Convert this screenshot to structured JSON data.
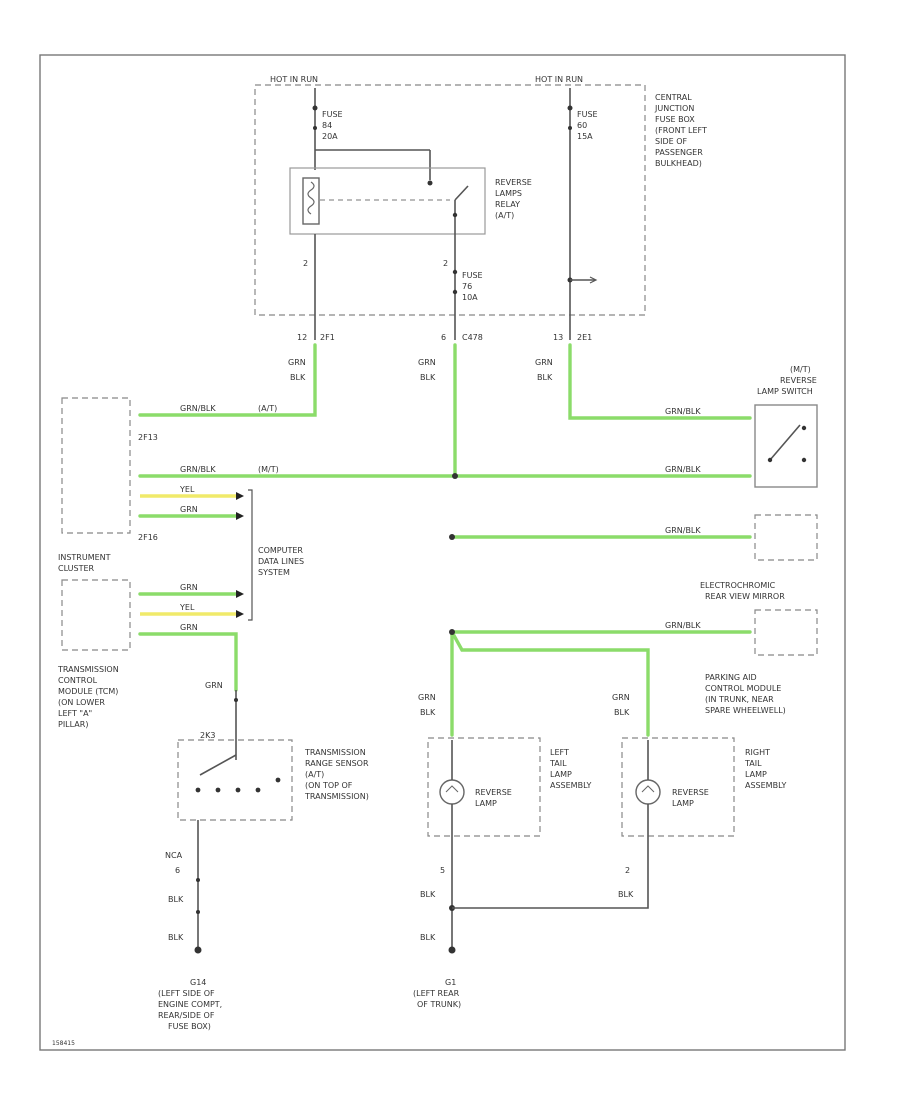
{
  "labels": {
    "hot_run_1": "HOT IN RUN",
    "hot_run_2": "HOT IN RUN",
    "fuse_a1": "FUSE",
    "fuse_a2": "84",
    "fuse_a3": "20A",
    "fuse_b1": "FUSE",
    "fuse_b2": "60",
    "fuse_b3": "15A",
    "fuse_c1": "FUSE",
    "fuse_c2": "76",
    "fuse_c3": "10A",
    "relay1": "REVERSE",
    "relay2": "LAMPS",
    "relay3": "RELAY",
    "relay4": "(A/T)",
    "cjb1": "CENTRAL",
    "cjb2": "JUNCTION",
    "cjb3": "FUSE BOX",
    "cjb4": "(FRONT LEFT",
    "cjb5": "SIDE OF",
    "cjb6": "PASSENGER",
    "cjb7": "BULKHEAD)",
    "pin_2a": "2",
    "pin_2b": "2",
    "conn1_pin": "12",
    "conn1": "2F1",
    "conn2_pin": "6",
    "conn2": "C478",
    "conn3_pin": "13",
    "conn3": "2E1",
    "wire_grn": "GRN",
    "wire_blk": "BLK",
    "mt1": "(M/T)",
    "mt2": "REVERSE",
    "mt3": "LAMP SWITCH",
    "ic_conn1": "2F13",
    "ic_conn2": "2F16",
    "w_grnblk_at": "GRN/BLK",
    "w_at": "(A/T)",
    "w_grnblk_mt": "GRN/BLK",
    "w_mt": "(M/T)",
    "w_yel": "YEL",
    "w_grn": "GRN",
    "ic1": "INSTRUMENT",
    "ic2": "CLUSTER",
    "cdl1": "COMPUTER",
    "cdl2": "DATA LINES",
    "cdl3": "SYSTEM",
    "ecm1": "ELECTROCHROMIC",
    "ecm2": "REAR VIEW MIRROR",
    "tcm1": "TRANSMISSION",
    "tcm2": "CONTROL",
    "tcm3": "MODULE (TCM)",
    "tcm4": "(ON LOWER",
    "tcm5": "LEFT \"A\"",
    "tcm6": "PILLAR)",
    "pa1": "PARKING AID",
    "pa2": "CONTROL MODULE",
    "pa3": "(IN TRUNK, NEAR",
    "pa4": "SPARE WHEELWELL)",
    "trs1": "TRANSMISSION",
    "trs2": "RANGE SENSOR",
    "trs3": "(A/T)",
    "trs4": "(ON TOP OF",
    "trs5": "TRANSMISSION)",
    "trs_conn": "2K3",
    "rev_lamp": "REVERSE",
    "lamp": "LAMP",
    "ltl1": "LEFT",
    "ltl2": "TAIL",
    "ltl3": "LAMP",
    "ltl4": "ASSEMBLY",
    "rtl1": "RIGHT",
    "rtl2": "TAIL",
    "rtl3": "LAMP",
    "rtl4": "ASSEMBLY",
    "wire_blk2": "BLK",
    "wire_blk3": "BLK",
    "wire_blk4": "BLK",
    "wire_blk5": "BLK",
    "wire_blk6": "BLK",
    "wire_nca": "NCA",
    "pin_6": "6",
    "pin_5": "5",
    "pin_2c": "2",
    "g1": "G14",
    "g1a": "(LEFT SIDE OF",
    "g1b": "ENGINE COMPT,",
    "g1c": "REAR/SIDE OF",
    "g1d": "FUSE BOX)",
    "g2": "G1",
    "g2a": "(LEFT REAR",
    "g2b": "OF TRUNK)",
    "footer": "158415"
  }
}
